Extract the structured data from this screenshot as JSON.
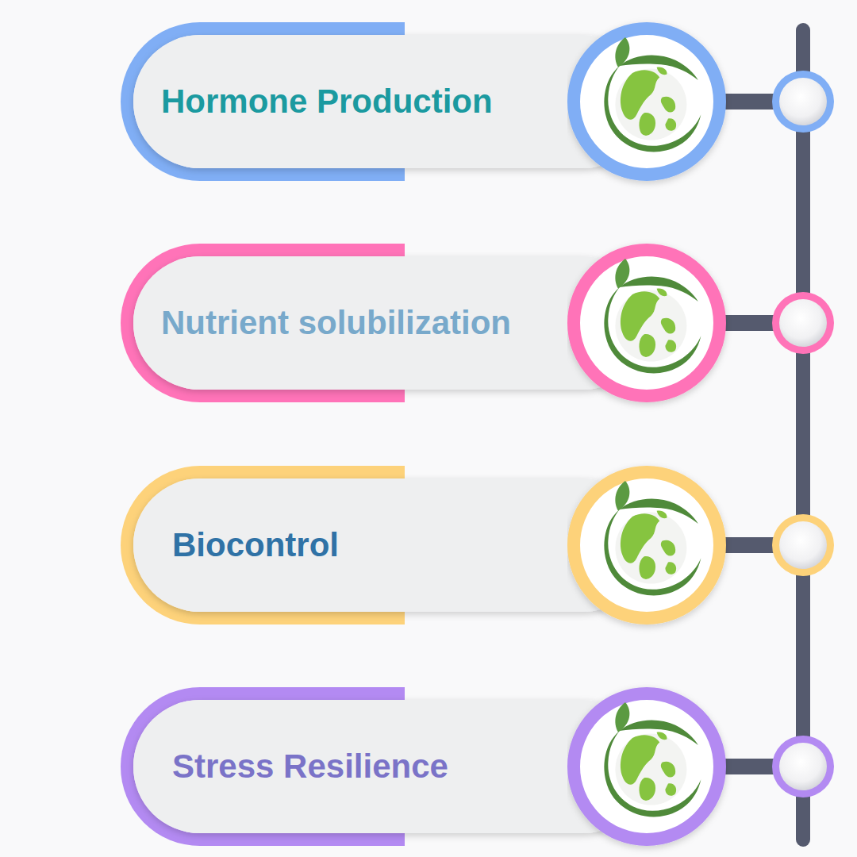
{
  "diagram": {
    "nodes": [
      {
        "text": [
          "Hormone Production"
        ]
      },
      {
        "text": [
          "Nutrient solubilization"
        ]
      },
      {
        "text": [
          "Biocontrol"
        ]
      },
      {
        "text": [
          "Stress Resilience"
        ]
      }
    ]
  }
}
